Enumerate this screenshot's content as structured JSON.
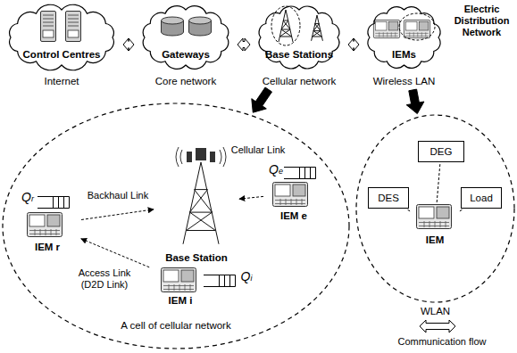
{
  "diagram": {
    "nodes": [
      {
        "text": [
          "Control Centres",
          "Internet"
        ]
      },
      {
        "text": [
          "Gateways",
          "Core network"
        ]
      },
      {
        "text": [
          "Base Stations",
          "Cellular network"
        ]
      },
      {
        "text": [
          "IEMs",
          "Wireless LAN"
        ]
      },
      {
        "text": [
          "A cell of cellular network"
        ]
      },
      {
        "text": [
          "Base Station"
        ],
        "in": 4
      },
      {
        "text": [
          "IEM r"
        ],
        "in": 4
      },
      {
        "text": [
          "IEM e"
        ],
        "in": 4
      },
      {
        "text": [
          "IEM i"
        ],
        "in": 4
      },
      {
        "text": [
          "WLAN"
        ]
      },
      {
        "text": [
          "IEM"
        ],
        "in": 9
      },
      {
        "text": [
          "DEG"
        ],
        "in": 9
      },
      {
        "text": [
          "DES"
        ],
        "in": 9
      },
      {
        "text": [
          "Load"
        ],
        "in": 9
      }
    ],
    "edges": [
      {
        "from": 0,
        "to": 1,
        "arrow": "both"
      },
      {
        "from": 1,
        "to": 2,
        "arrow": "both"
      },
      {
        "from": 2,
        "to": 3,
        "arrow": "both"
      },
      {
        "from": 2,
        "to": 4,
        "arrow": "to"
      },
      {
        "from": 3,
        "to": 9,
        "arrow": "to"
      },
      {
        "from": 6,
        "to": 5,
        "label": "Backhaul Link",
        "arrow": "to"
      },
      {
        "from": 7,
        "to": 5,
        "label": "Cellular Link",
        "arrow": "to"
      },
      {
        "from": 8,
        "to": 6,
        "label": "Access Link (D2D Link)",
        "arrow": "to"
      },
      {
        "from": 10,
        "to": 11,
        "arrow": "none"
      },
      {
        "from": 10,
        "to": 12,
        "arrow": "none"
      },
      {
        "from": 10,
        "to": 13,
        "arrow": "none"
      }
    ],
    "labels": [
      "Electric Distribution Network",
      "Qr",
      "Qe",
      "Qi"
    ],
    "legend": [
      {
        "text": "Communication flow"
      }
    ]
  }
}
